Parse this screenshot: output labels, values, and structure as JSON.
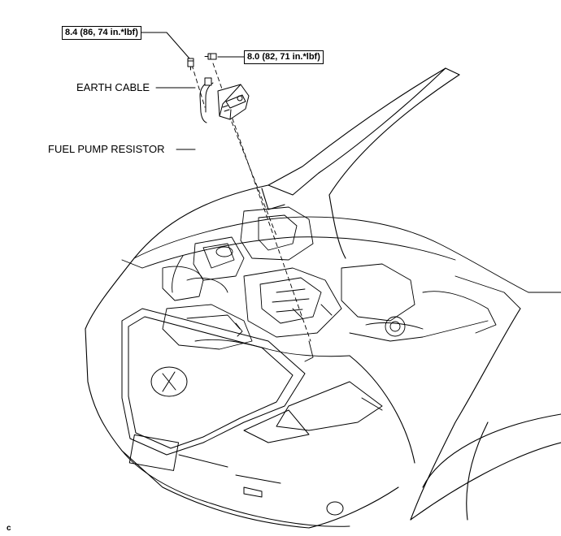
{
  "torque_specs": [
    {
      "value": "8.4 (86, 74 in.*lbf)"
    },
    {
      "value": "8.0 (82, 71 in.*lbf)"
    }
  ],
  "callouts": {
    "earth_cable": "EARTH CABLE",
    "fuel_pump_resistor": "FUEL PUMP RESISTOR"
  },
  "figure_code": "c",
  "colors": {
    "line": "#000000",
    "background": "#ffffff"
  }
}
